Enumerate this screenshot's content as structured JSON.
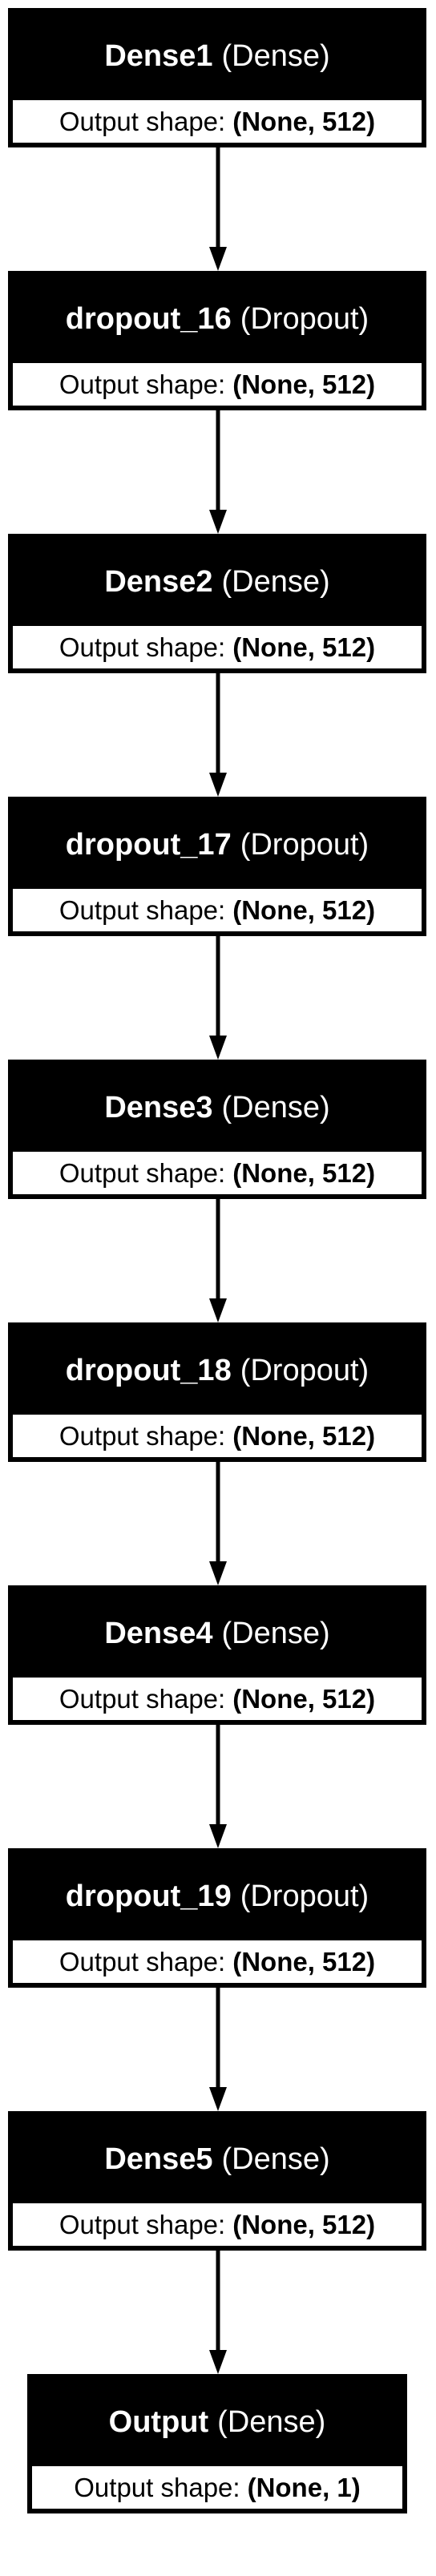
{
  "layers": [
    {
      "name": "Dense1",
      "type": "(Dense)",
      "shape_label": "Output shape:",
      "shape": "(None, 512)"
    },
    {
      "name": "dropout_16",
      "type": "(Dropout)",
      "shape_label": "Output shape:",
      "shape": "(None, 512)"
    },
    {
      "name": "Dense2",
      "type": "(Dense)",
      "shape_label": "Output shape:",
      "shape": "(None, 512)"
    },
    {
      "name": "dropout_17",
      "type": "(Dropout)",
      "shape_label": "Output shape:",
      "shape": "(None, 512)"
    },
    {
      "name": "Dense3",
      "type": "(Dense)",
      "shape_label": "Output shape:",
      "shape": "(None, 512)"
    },
    {
      "name": "dropout_18",
      "type": "(Dropout)",
      "shape_label": "Output shape:",
      "shape": "(None, 512)"
    },
    {
      "name": "Dense4",
      "type": "(Dense)",
      "shape_label": "Output shape:",
      "shape": "(None, 512)"
    },
    {
      "name": "dropout_19",
      "type": "(Dropout)",
      "shape_label": "Output shape:",
      "shape": "(None, 512)"
    },
    {
      "name": "Dense5",
      "type": "(Dense)",
      "shape_label": "Output shape:",
      "shape": "(None, 512)"
    },
    {
      "name": "Output",
      "type": "(Dense)",
      "shape_label": "Output shape:",
      "shape": "(None, 1)"
    }
  ],
  "colors": {
    "header_bg": "#000000",
    "header_text": "#ffffff",
    "border": "#000000",
    "body_bg": "#ffffff"
  }
}
